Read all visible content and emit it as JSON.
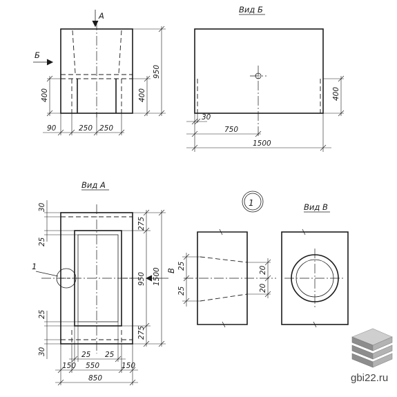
{
  "views": {
    "top_left": {
      "arrow_a": "А",
      "arrow_b": "Б",
      "dims": {
        "d950": "950",
        "d400_left": "400",
        "d400_right": "400",
        "d90": "90",
        "d250a": "250",
        "d250b": "250"
      }
    },
    "vid_b": {
      "title": "Вид Б",
      "dims": {
        "d30": "30",
        "d750": "750",
        "d1500": "1500",
        "d400": "400"
      }
    },
    "vid_a": {
      "title": "Вид А",
      "arrow_v": "В",
      "node": "1",
      "dims": {
        "d30t": "30",
        "d25t": "25",
        "d25b": "25",
        "d30b": "30",
        "d275t": "275",
        "d950": "950",
        "d275b": "275",
        "d1500": "1500",
        "d25l": "25",
        "d550": "550",
        "d25r": "25",
        "d150l": "150",
        "d150r": "150",
        "d850": "850"
      }
    },
    "detail": {
      "circle_label": "1",
      "dims": {
        "d25a": "25",
        "d25b": "25",
        "d20a": "20",
        "d20b": "20"
      }
    },
    "vid_v": {
      "title": "Вид В"
    }
  },
  "watermark": {
    "text": "gbi22.ru"
  }
}
